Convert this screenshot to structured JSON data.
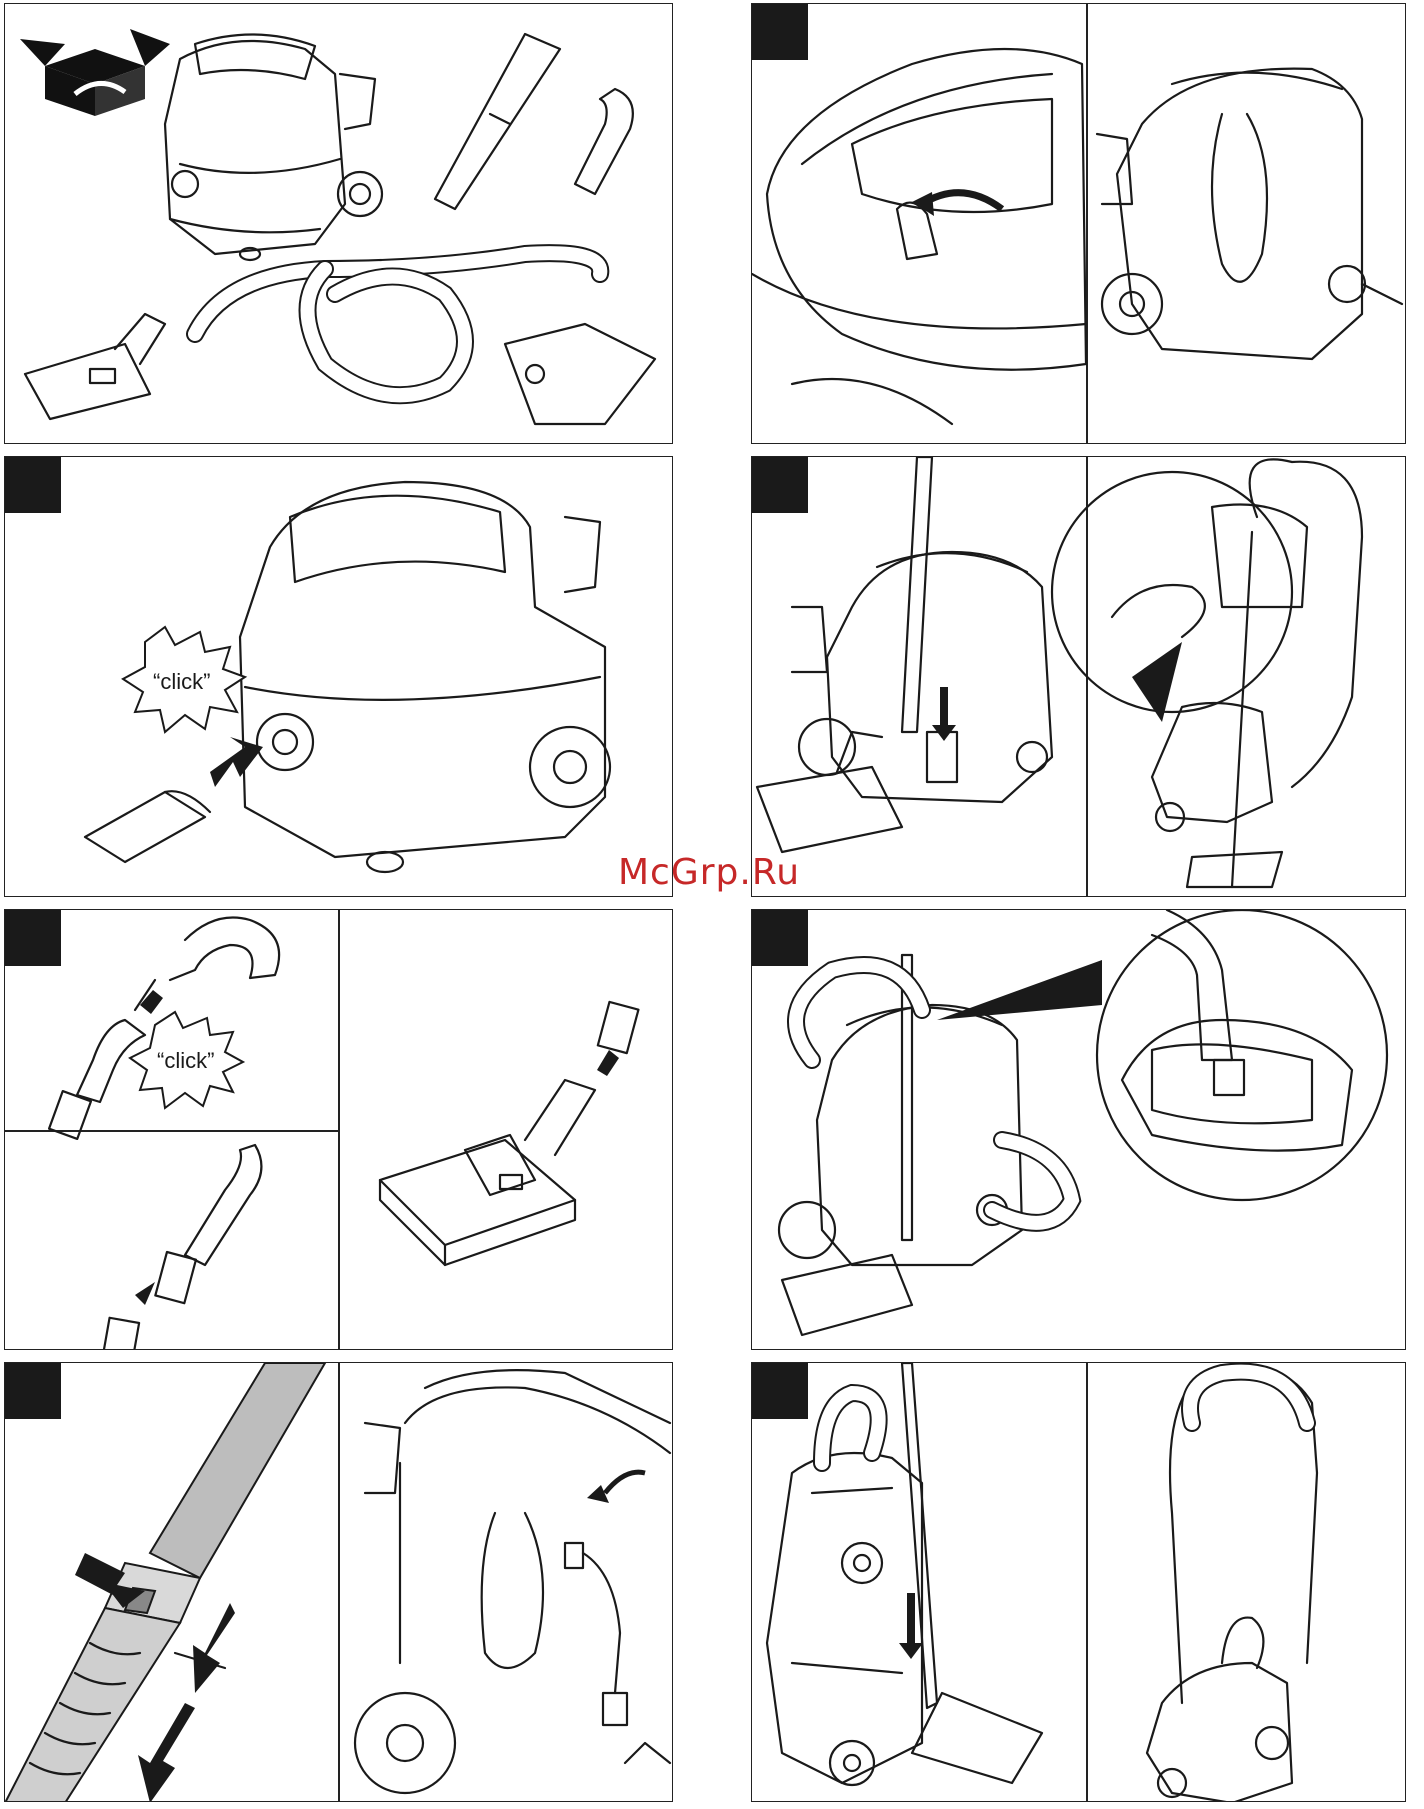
{
  "watermark": "McGrp.Ru",
  "callouts": {
    "click_a": "“click”",
    "click_b": "“click”"
  },
  "icons": {
    "unpack": "open-box-icon",
    "step_badge": "step-number-badge"
  },
  "colors": {
    "ink": "#1a1a1a",
    "watermark": "#c62828",
    "badge": "#1a1a1a",
    "tube_fill": "#bdbdbd"
  }
}
